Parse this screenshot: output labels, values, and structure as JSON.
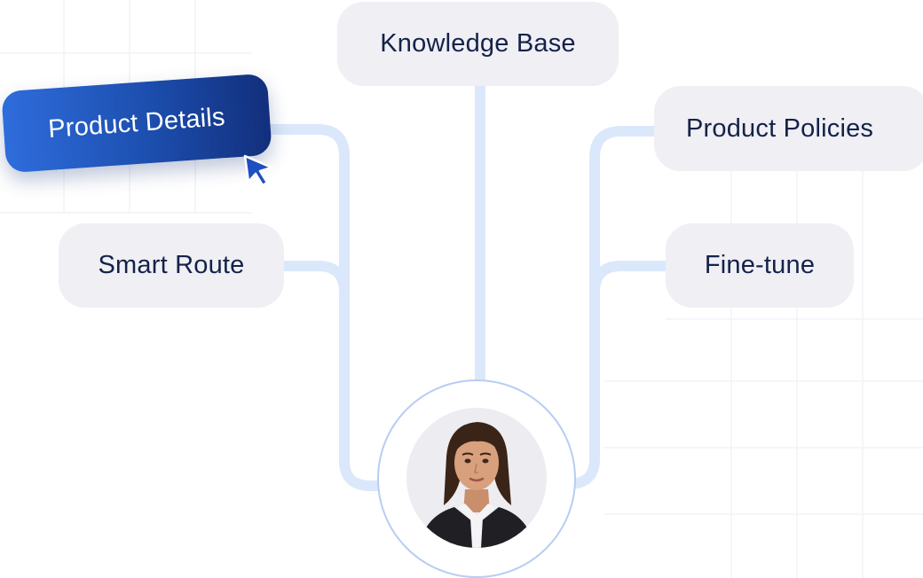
{
  "nodes": {
    "knowledge_base": "Knowledge Base",
    "product_details": "Product Details",
    "product_policies": "Product Policies",
    "smart_route": "Smart Route",
    "fine_tune": "Fine-tune"
  },
  "colors": {
    "pill_background": "#efeff4",
    "pill_text": "#14224a",
    "highlight_start": "#2f6ddc",
    "highlight_end": "#122f7c",
    "connector": "#dbe8fb",
    "avatar_ring": "#b8cdf3"
  },
  "icons": {
    "cursor": "mouse-pointer-icon",
    "avatar": "agent-avatar"
  }
}
